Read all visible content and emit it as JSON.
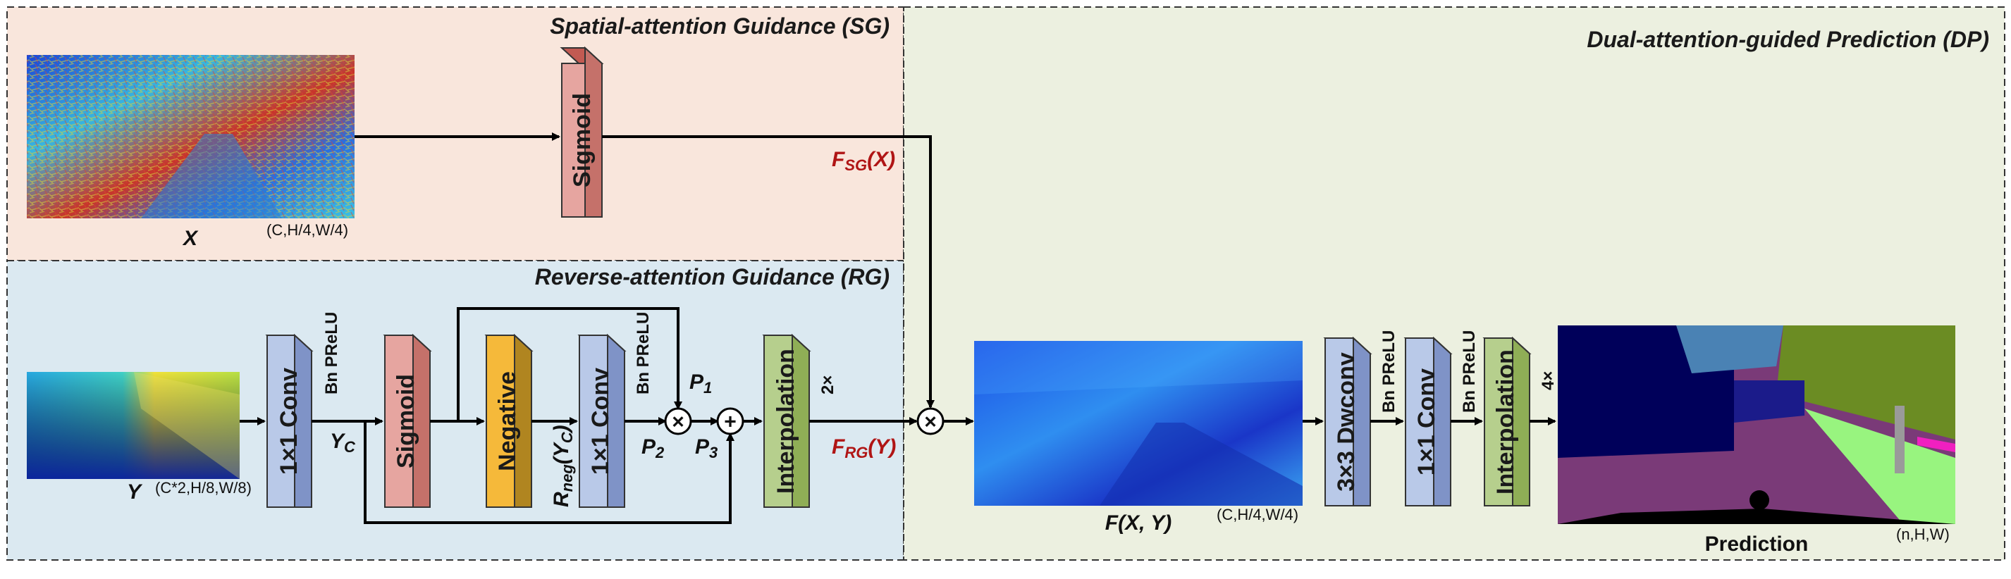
{
  "panels": {
    "sg": "Spatial-attention Guidance (SG)",
    "rg": "Reverse-attention Guidance (RG)",
    "dp": "Dual-attention-guided Prediction (DP)"
  },
  "inputs": {
    "x": {
      "label": "X",
      "dims": "(C,H/4,W/4)"
    },
    "y": {
      "label": "Y",
      "dims": "(C*2,H/8,W/8)"
    }
  },
  "blocks": {
    "sg_sigmoid": "Sigmoid",
    "rg_conv1": "1×1 Conv",
    "rg_sigmoid": "Sigmoid",
    "rg_negative": "Negative",
    "rg_conv2": "1×1 Conv",
    "rg_interp": "Interpolation",
    "dp_dwconv": "3×3 Dwconv",
    "dp_conv": "1×1 Conv",
    "dp_interp": "Interpolation"
  },
  "annotations": {
    "bn_prelu": "Bn PReLU",
    "up2": "2×",
    "up4": "4×",
    "times": "×",
    "plus": "+"
  },
  "labels": {
    "fsg_main": "F",
    "fsg_sub": "SG",
    "fsg_tail": "(X)",
    "frg_main": "F",
    "frg_sub": "RG",
    "frg_tail": "(Y)",
    "yc_main": "Y",
    "yc_sub": "C",
    "rneg_main": "R",
    "rneg_sub": "neg",
    "rneg_mid": "(Y",
    "rneg_sub2": "C",
    "rneg_tail": ")",
    "p1_main": "P",
    "p1_sub": "1",
    "p2_main": "P",
    "p2_sub": "2",
    "p3_main": "P",
    "p3_sub": "3",
    "fxy": "F(X, Y)",
    "fxy_dims": "(C,H/4,W/4)"
  },
  "output": {
    "label": "Prediction",
    "dims": "(n,H,W)"
  },
  "colors": {
    "sg_bg": "#f9e6dc",
    "rg_bg": "#dbe9f1",
    "dp_bg": "#ecf0e0",
    "sigmoid": "#e6a5a0",
    "conv": "#b9c9e8",
    "negative": "#f5b93a",
    "interpolation": "#b6cf8d",
    "accent_red": "#b01515"
  }
}
